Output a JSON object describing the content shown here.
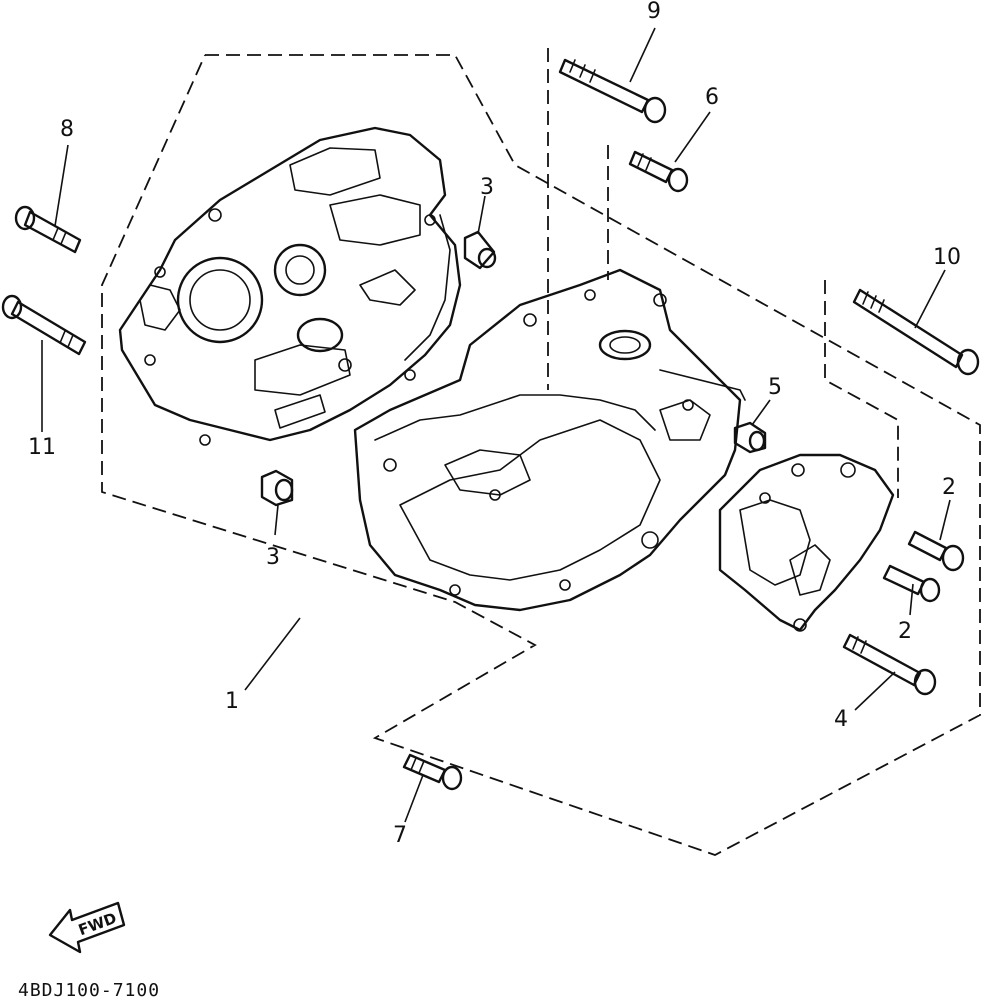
{
  "diagram": {
    "callouts": {
      "c1": "1",
      "c2a": "2",
      "c2b": "2",
      "c3a": "3",
      "c3b": "3",
      "c4": "4",
      "c5": "5",
      "c6": "6",
      "c7": "7",
      "c8": "8",
      "c9": "9",
      "c10": "10",
      "c11": "11"
    },
    "fwd_label": "FWD",
    "drawing_code": "4BDJ100-7100"
  }
}
